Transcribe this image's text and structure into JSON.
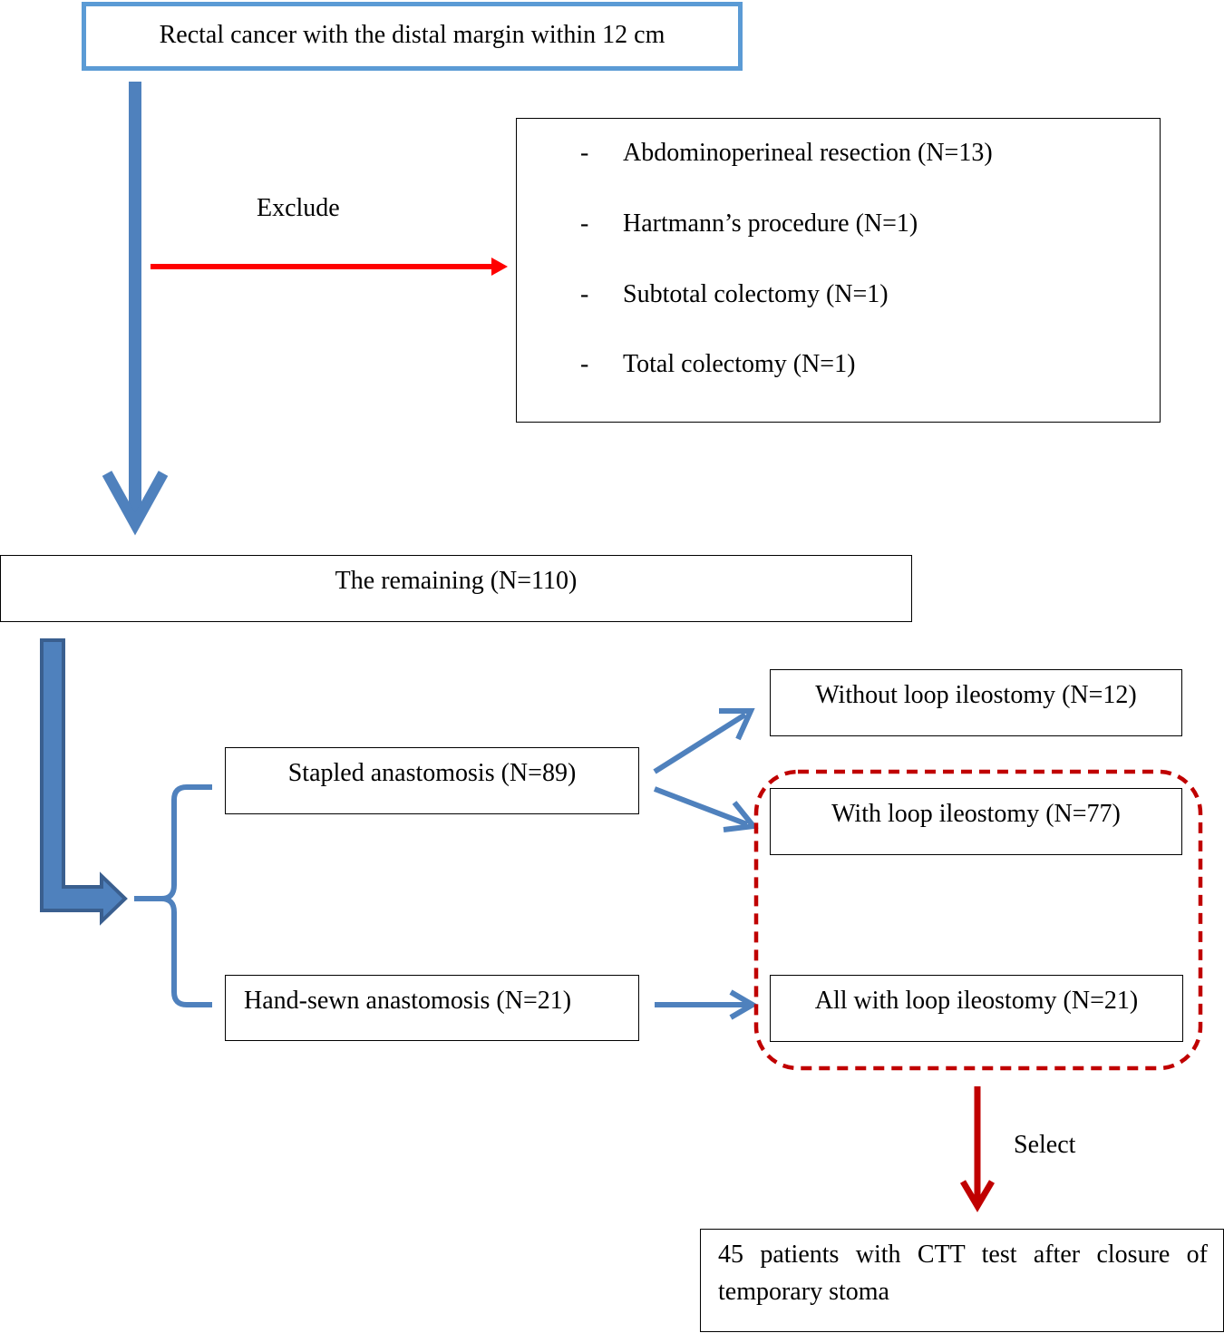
{
  "start": {
    "text": "Rectal cancer with the distal margin within 12 cm"
  },
  "exclude": {
    "label": "Exclude",
    "items": [
      {
        "bullet": "-",
        "text": "Abdominoperineal resection (N=13)"
      },
      {
        "bullet": "-",
        "text": "Hartmann’s procedure (N=1)"
      },
      {
        "bullet": "-",
        "text": "Subtotal colectomy (N=1)"
      },
      {
        "bullet": "-",
        "text": "Total colectomy (N=1)"
      }
    ]
  },
  "remaining": {
    "text": "The remaining (N=110)"
  },
  "stapled": {
    "text": "Stapled anastomosis (N=89)"
  },
  "handsewn": {
    "text": "Hand-sewn anastomosis (N=21)"
  },
  "without_loop": {
    "text": "Without loop ileostomy (N=12)"
  },
  "with_loop": {
    "text": "With loop ileostomy (N=77)"
  },
  "all_loop": {
    "text": "All with loop ileostomy (N=21)"
  },
  "select": {
    "label": "Select"
  },
  "final": {
    "line1": "45 patients with CTT test after closure of",
    "line2": "temporary stoma"
  },
  "colors": {
    "blue": "#4f81bd",
    "light_blue": "#5b9bd5",
    "dark_blue": "#3a5f8f",
    "red": "#ff0000",
    "dark_red": "#c00000"
  }
}
